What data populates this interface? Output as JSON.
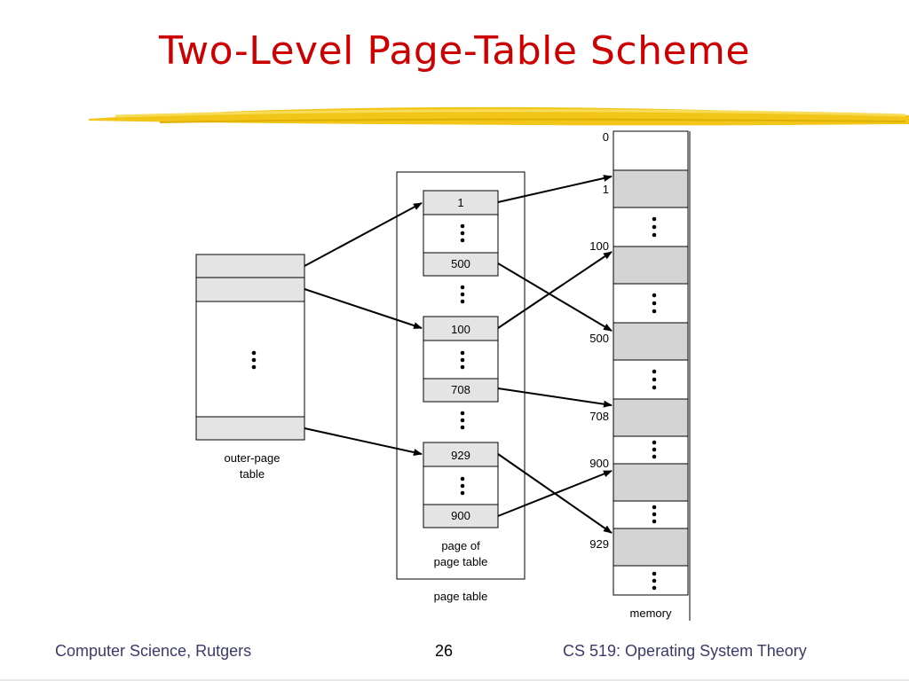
{
  "slide": {
    "title": "Two-Level Page-Table Scheme",
    "accent_color": "#cc0000",
    "brush_stroke_color": "#f0c000"
  },
  "diagram": {
    "outer_page_table": {
      "label_line1": "outer-page",
      "label_line2": "table"
    },
    "page_of_page_table": {
      "label_line1": "page of",
      "label_line2": "page table"
    },
    "page_table_label": "page table",
    "inner_entries": [
      {
        "top": "1",
        "bottom": "500"
      },
      {
        "top": "100",
        "bottom": "708"
      },
      {
        "top": "929",
        "bottom": "900"
      }
    ],
    "memory": {
      "label": "memory",
      "addresses": [
        "0",
        "1",
        "100",
        "500",
        "708",
        "900",
        "929"
      ]
    }
  },
  "footer": {
    "left": "Computer Science, Rutgers",
    "page_number": "26",
    "right": "CS 519: Operating System Theory"
  }
}
